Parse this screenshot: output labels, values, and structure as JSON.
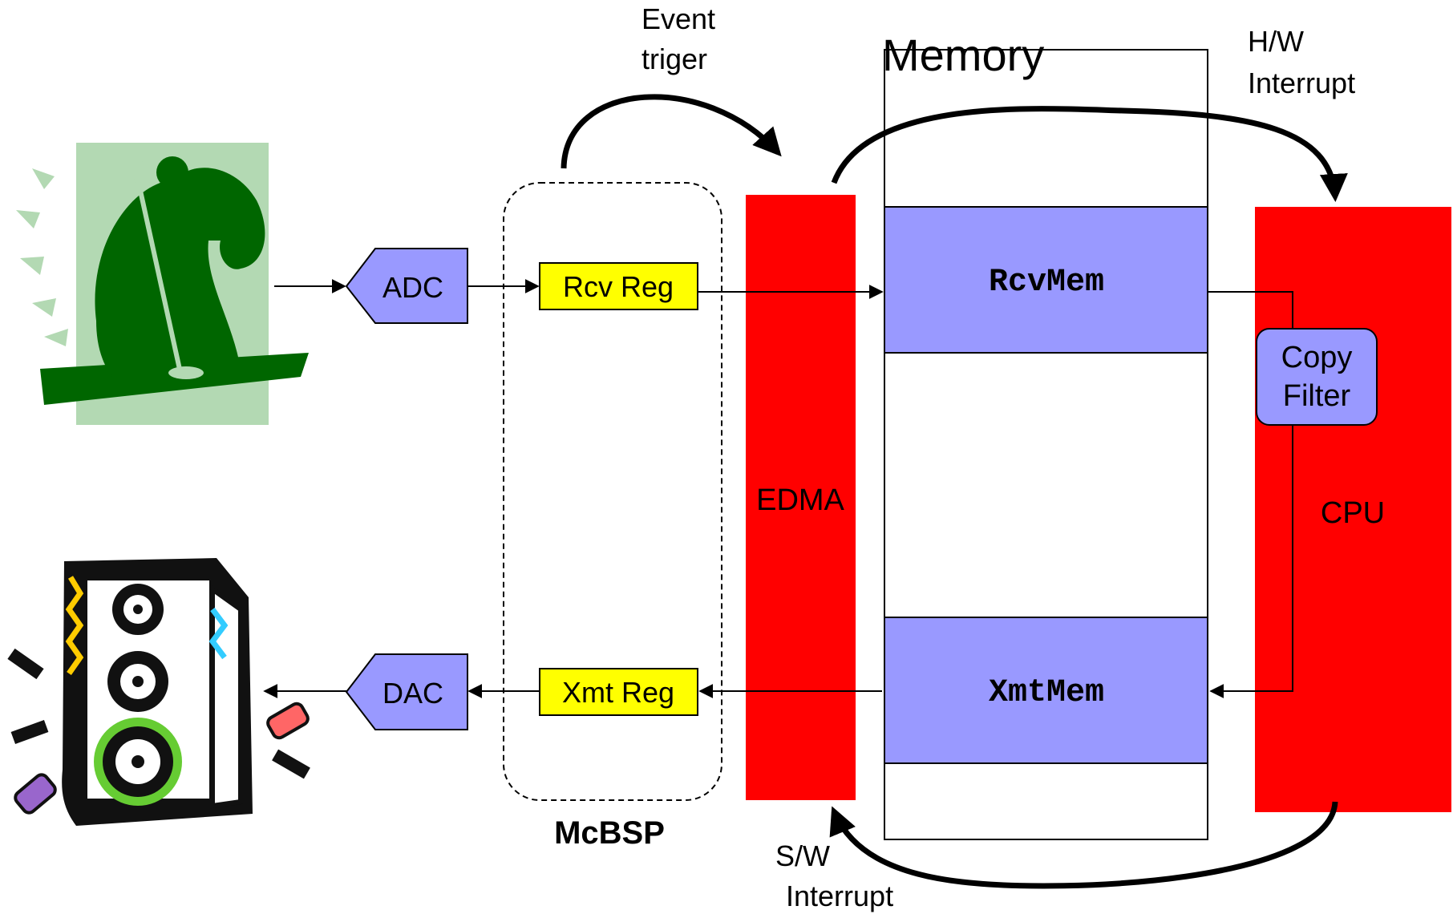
{
  "labels": {
    "event_trigger": [
      "Event",
      "triger"
    ],
    "memory": "Memory",
    "hw_interrupt": [
      "H/W",
      "Interrupt"
    ],
    "sw_interrupt": [
      "S/W",
      "Interrupt"
    ],
    "adc": "ADC",
    "dac": "DAC",
    "rcv_reg": "Rcv Reg",
    "xmt_reg": "Xmt Reg",
    "edma": "EDMA",
    "rcv_mem": "RcvMem",
    "xmt_mem": "XmtMem",
    "copy_filter": [
      "Copy",
      "Filter"
    ],
    "cpu": "CPU",
    "mcbsp": "McBSP"
  },
  "colors": {
    "edma": "#ff0000",
    "cpu": "#ff0000",
    "memory_block": "#9999ff",
    "register": "#ffff00",
    "converter": "#9999ff",
    "copy_filter": "#9999ff",
    "singer_bg": "#b3d9b3",
    "singer": "#006600"
  },
  "icons": [
    "singer-clipart-icon",
    "speaker-clipart-icon"
  ]
}
